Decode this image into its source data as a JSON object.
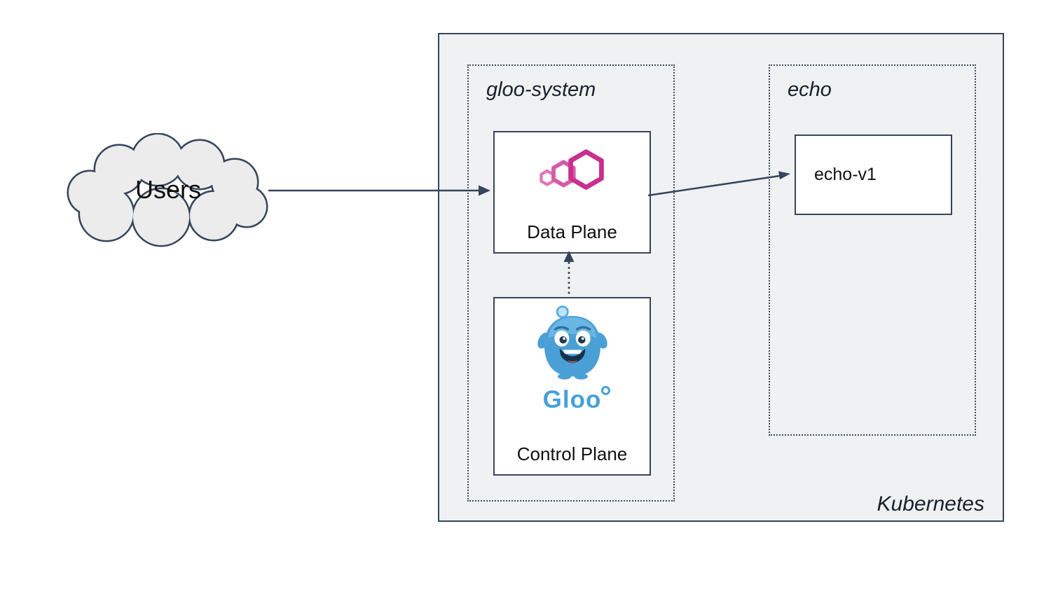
{
  "diagram": {
    "users": {
      "label": "Users"
    },
    "kubernetes": {
      "label": "Kubernetes"
    },
    "gloo_system": {
      "label": "gloo-system",
      "data_plane": {
        "label": "Data Plane"
      },
      "control_plane": {
        "label": "Control Plane",
        "wordmark": "Gloo"
      }
    },
    "echo": {
      "label": "echo",
      "workload": {
        "label": "echo-v1"
      }
    },
    "icons": {
      "data_plane": "gloo-proxy-hexagons-icon",
      "control_plane": "gloo-mascot-icon",
      "users": "cloud-icon"
    },
    "connections": [
      {
        "from": "Users",
        "to": "Data Plane",
        "style": "solid-arrow"
      },
      {
        "from": "Data Plane",
        "to": "echo-v1",
        "style": "solid-arrow"
      },
      {
        "from": "Control Plane",
        "to": "Data Plane",
        "style": "dotted-arrow"
      }
    ],
    "colors": {
      "stroke": "#35455c",
      "kubernetes_fill": "#f0f1f2",
      "cloud_fill": "#ececec",
      "proxy_magenta": "#c9308e",
      "proxy_pink": "#d55ca6",
      "gloo_blue": "#47a0d7",
      "text": "#111111"
    }
  }
}
